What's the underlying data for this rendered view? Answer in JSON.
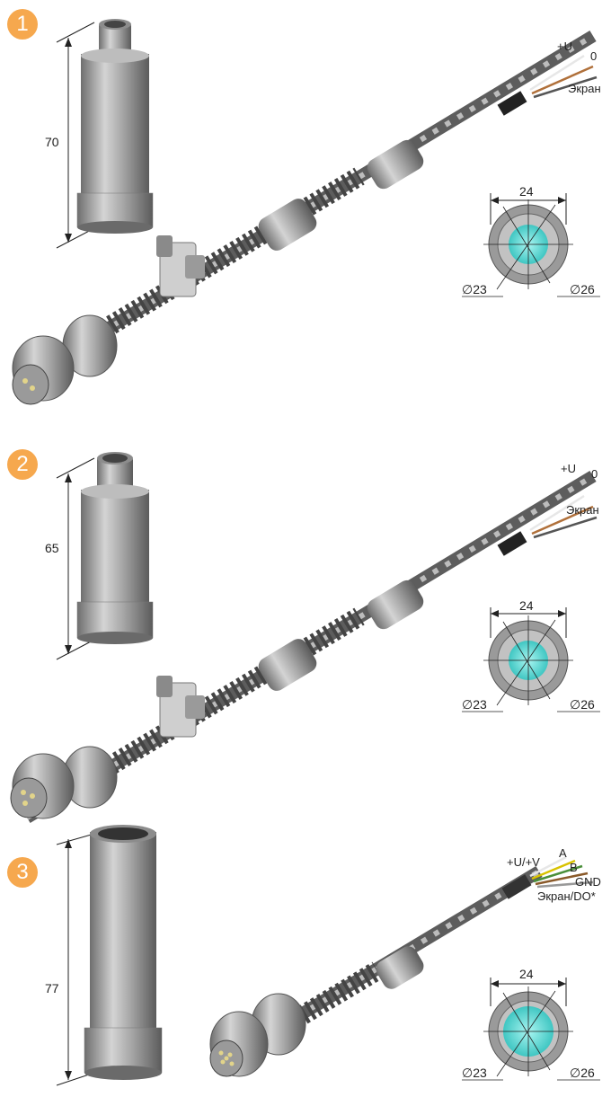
{
  "variants": [
    {
      "number": "1",
      "length": "70",
      "wires": [
        "+U",
        "0",
        "Экран"
      ],
      "face_width": "24",
      "diam_small": "∅23",
      "diam_large": "∅26",
      "has_bracket": true,
      "contacts": 2
    },
    {
      "number": "2",
      "length": "65",
      "wires": [
        "+U",
        "0",
        "Экран"
      ],
      "face_width": "24",
      "diam_small": "∅23",
      "diam_large": "∅26",
      "has_bracket": true,
      "contacts": 3
    },
    {
      "number": "3",
      "length": "77",
      "wires": [
        "+U/+V",
        "A",
        "B",
        "GND",
        "Экран/DO*"
      ],
      "face_width": "24",
      "diam_small": "∅23",
      "diam_large": "∅26",
      "has_bracket": false,
      "contacts": 5
    }
  ],
  "colors": {
    "badge": "#f6a84e",
    "metal_dark": "#6f6f6f",
    "metal_light": "#c9c9c9",
    "contact_gold": "#e2d48a",
    "face_cyan": "#5fe0dc"
  }
}
